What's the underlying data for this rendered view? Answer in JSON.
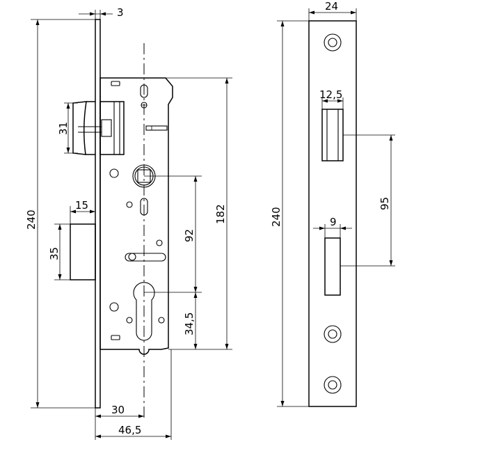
{
  "dimensions": {
    "faceplate_thickness": "3",
    "total_height_side": "240",
    "follower_height": "31",
    "deadbolt_projection": "15",
    "deadbolt_height": "35",
    "backset": "30",
    "case_depth": "46,5",
    "follower_to_cylinder": "92",
    "case_height": "182",
    "cylinder_to_bottom": "34,5",
    "faceplate_width": "24",
    "latch_width": "12,5",
    "total_height_front": "240",
    "latch_to_bolt": "95",
    "bolt_width": "9"
  }
}
